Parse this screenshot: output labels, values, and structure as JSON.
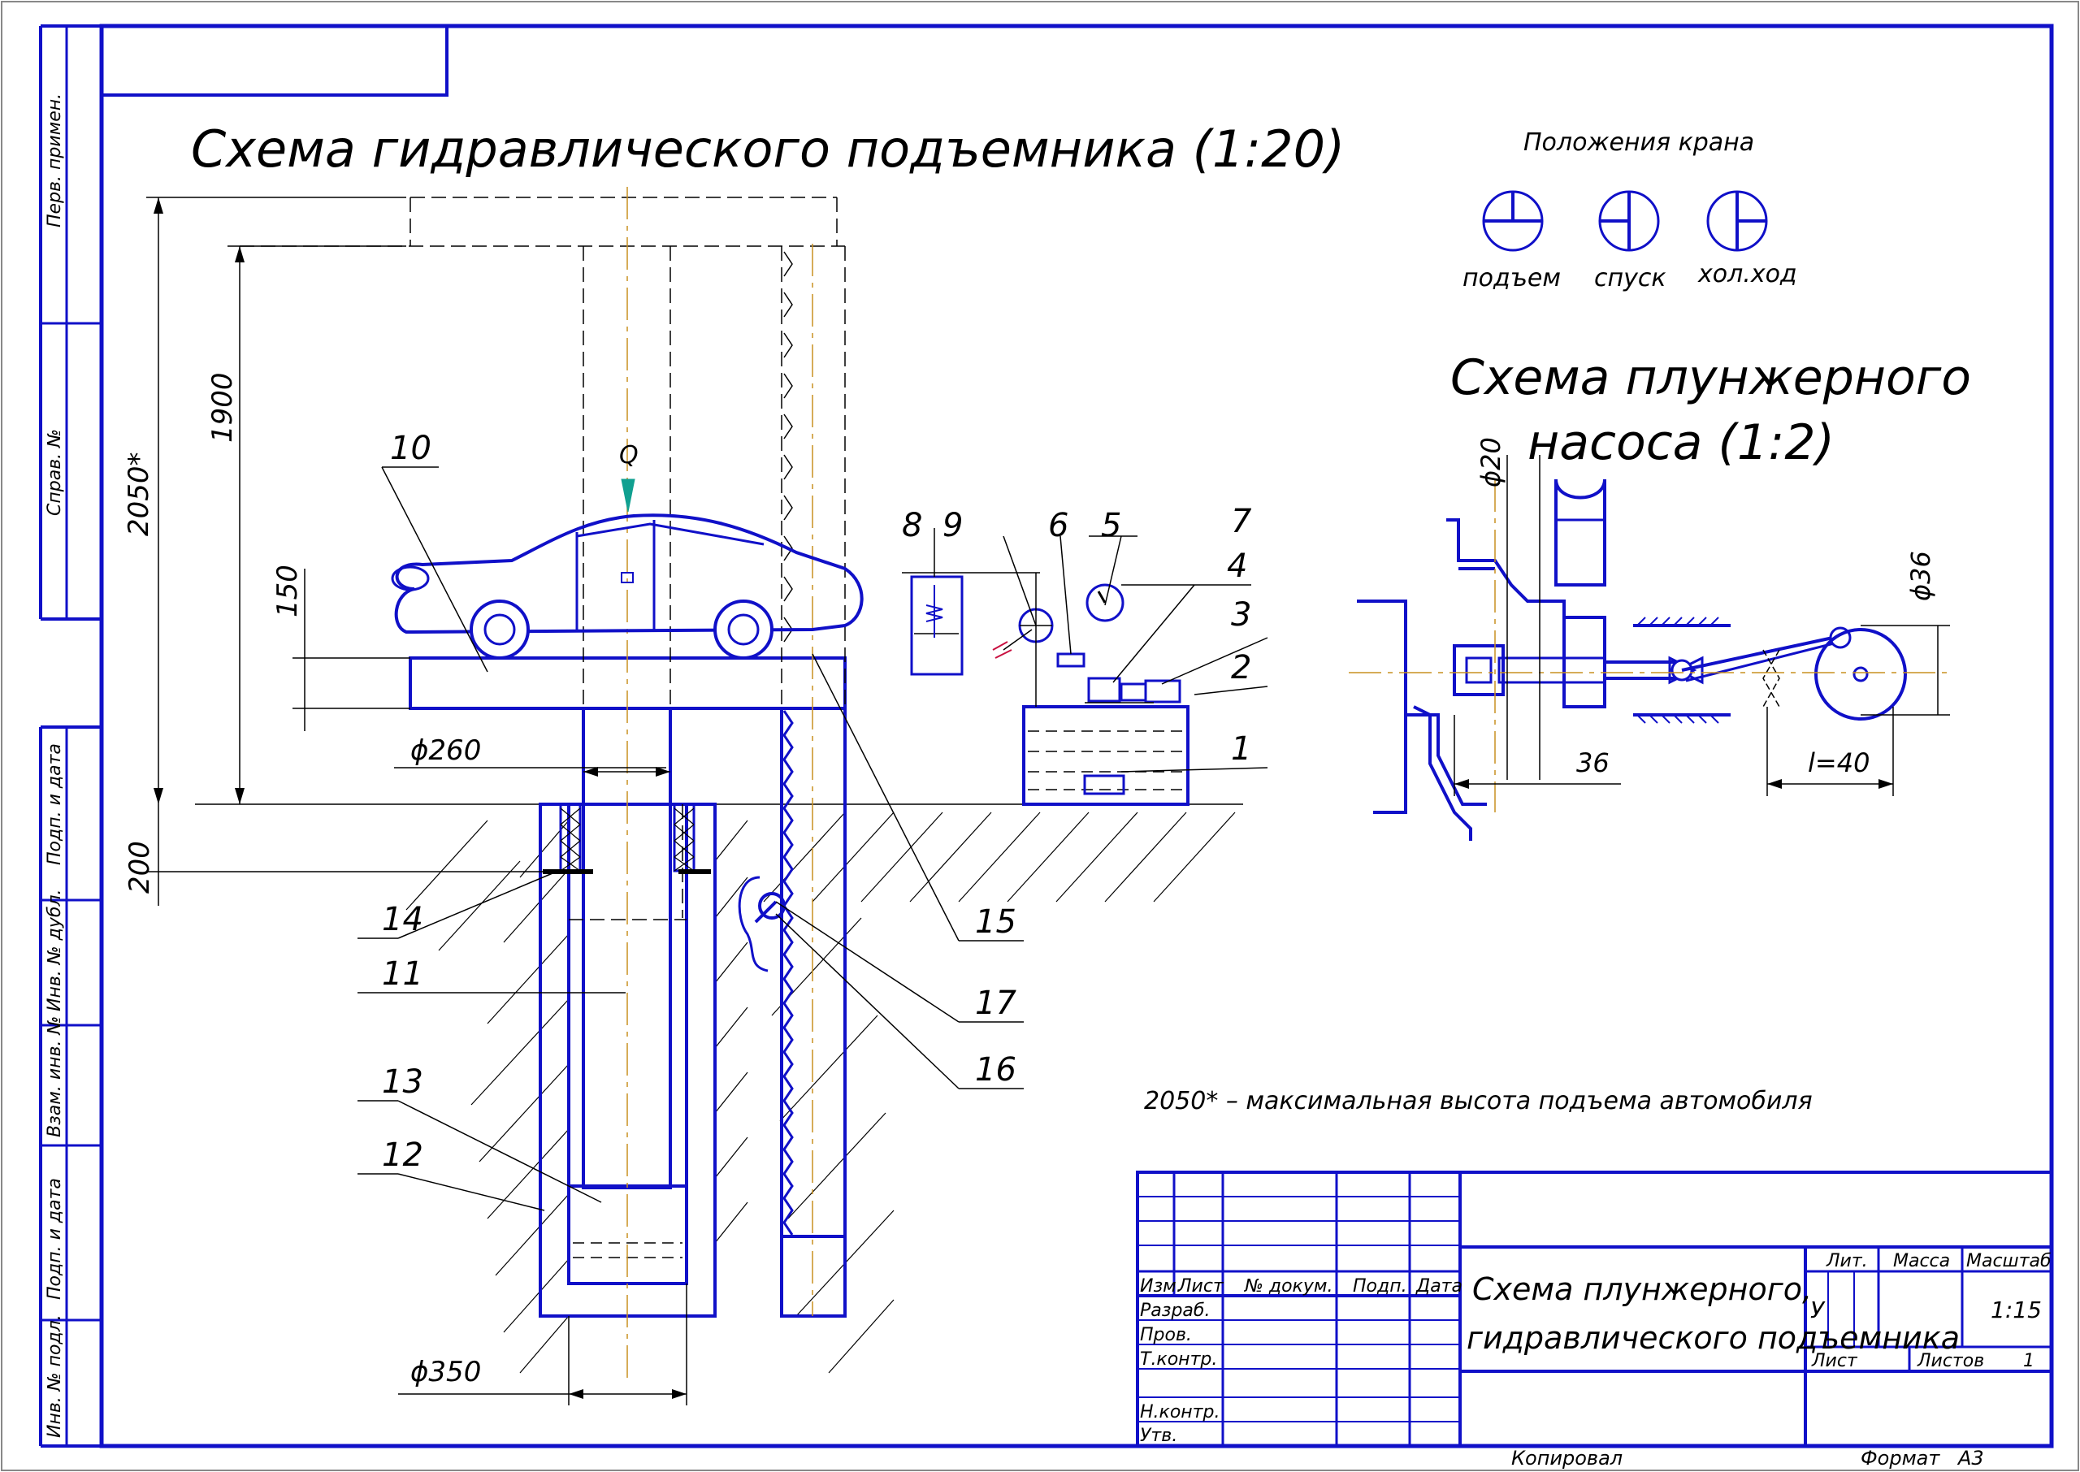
{
  "titles": {
    "main_scheme": "Схема гидравлического подъемника (1:20)",
    "pump_scheme_line1": "Схема плунжерного",
    "pump_scheme_line2": "насоса (1:2)",
    "valve_positions": "Положения крана"
  },
  "valve_labels": [
    "подъем",
    "спуск",
    "хол.ход"
  ],
  "dimensions": {
    "d2050": "2050*",
    "d1900": "1900",
    "d150": "150",
    "d200": "200",
    "d260": "ϕ260",
    "d350": "ϕ350",
    "load": "Q",
    "pump_d20": "ϕ20",
    "pump_d36": "ϕ36",
    "pump_36": "36",
    "pump_l": "l=40"
  },
  "callouts": [
    "1",
    "2",
    "3",
    "4",
    "5",
    "6",
    "7",
    "8",
    "9",
    "10",
    "11",
    "12",
    "13",
    "14",
    "15",
    "16",
    "17"
  ],
  "note": "2050* – максимальная высота подъема автомобиля",
  "side_stamps": [
    "Перв. примен.",
    "Справ. №",
    "Подп. и дата",
    "Инв. № дубл.",
    "Взам. инв. №",
    "Подп. и дата",
    "Инв. № подл."
  ],
  "title_block": {
    "headers": [
      "Изм.",
      "Лист",
      "№ докум.",
      "Подп.",
      "Дата"
    ],
    "roles": [
      "Разраб.",
      "Пров.",
      "Т.контр.",
      "Н.контр.",
      "Утв."
    ],
    "doc_title_line1": "Схема плунжерного,",
    "doc_title_line2": "гидравлического подъемника",
    "lit_label": "Лит.",
    "mass_label": "Масса",
    "scale_label": "Масштаб",
    "lit_value": "У",
    "scale_value": "1:15",
    "sheet_label": "Лист",
    "sheets_label": "Листов",
    "sheets_value": "1"
  },
  "footer": {
    "copied": "Копировал",
    "format_label": "Формат",
    "format_value": "А3"
  },
  "colors": {
    "frame": "#1010c8",
    "lines": "#000000",
    "axis": "#c89020",
    "load_arrow": "#10a090"
  }
}
